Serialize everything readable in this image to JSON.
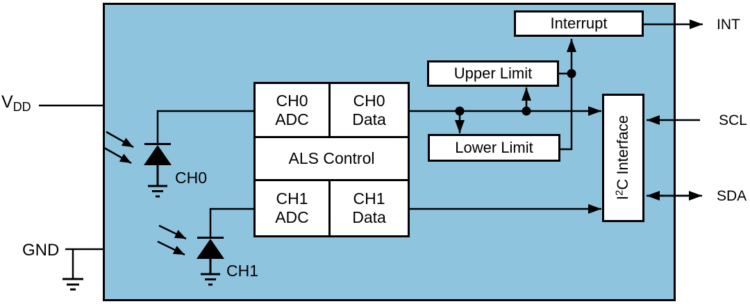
{
  "diagram": {
    "colors": {
      "chip_fill": "#8FC4DE",
      "box_fill": "#FFFFFF",
      "line": "#000000"
    },
    "pins": {
      "vdd_base": "V",
      "vdd_sub": "DD",
      "gnd": "GND",
      "int": "INT",
      "scl": "SCL",
      "sda": "SDA"
    },
    "blocks": {
      "ch0_adc_line1": "CH0",
      "ch0_adc_line2": "ADC",
      "ch0_data_line1": "CH0",
      "ch0_data_line2": "Data",
      "als_control": "ALS Control",
      "ch1_adc_line1": "CH1",
      "ch1_adc_line2": "ADC",
      "ch1_data_line1": "CH1",
      "ch1_data_line2": "Data",
      "upper_limit": "Upper Limit",
      "lower_limit": "Lower Limit",
      "interrupt": "Interrupt",
      "i2c_pre": "I",
      "i2c_sup": "2",
      "i2c_post": "C Interface"
    },
    "photodiodes": {
      "ch0": "CH0",
      "ch1": "CH1"
    }
  }
}
